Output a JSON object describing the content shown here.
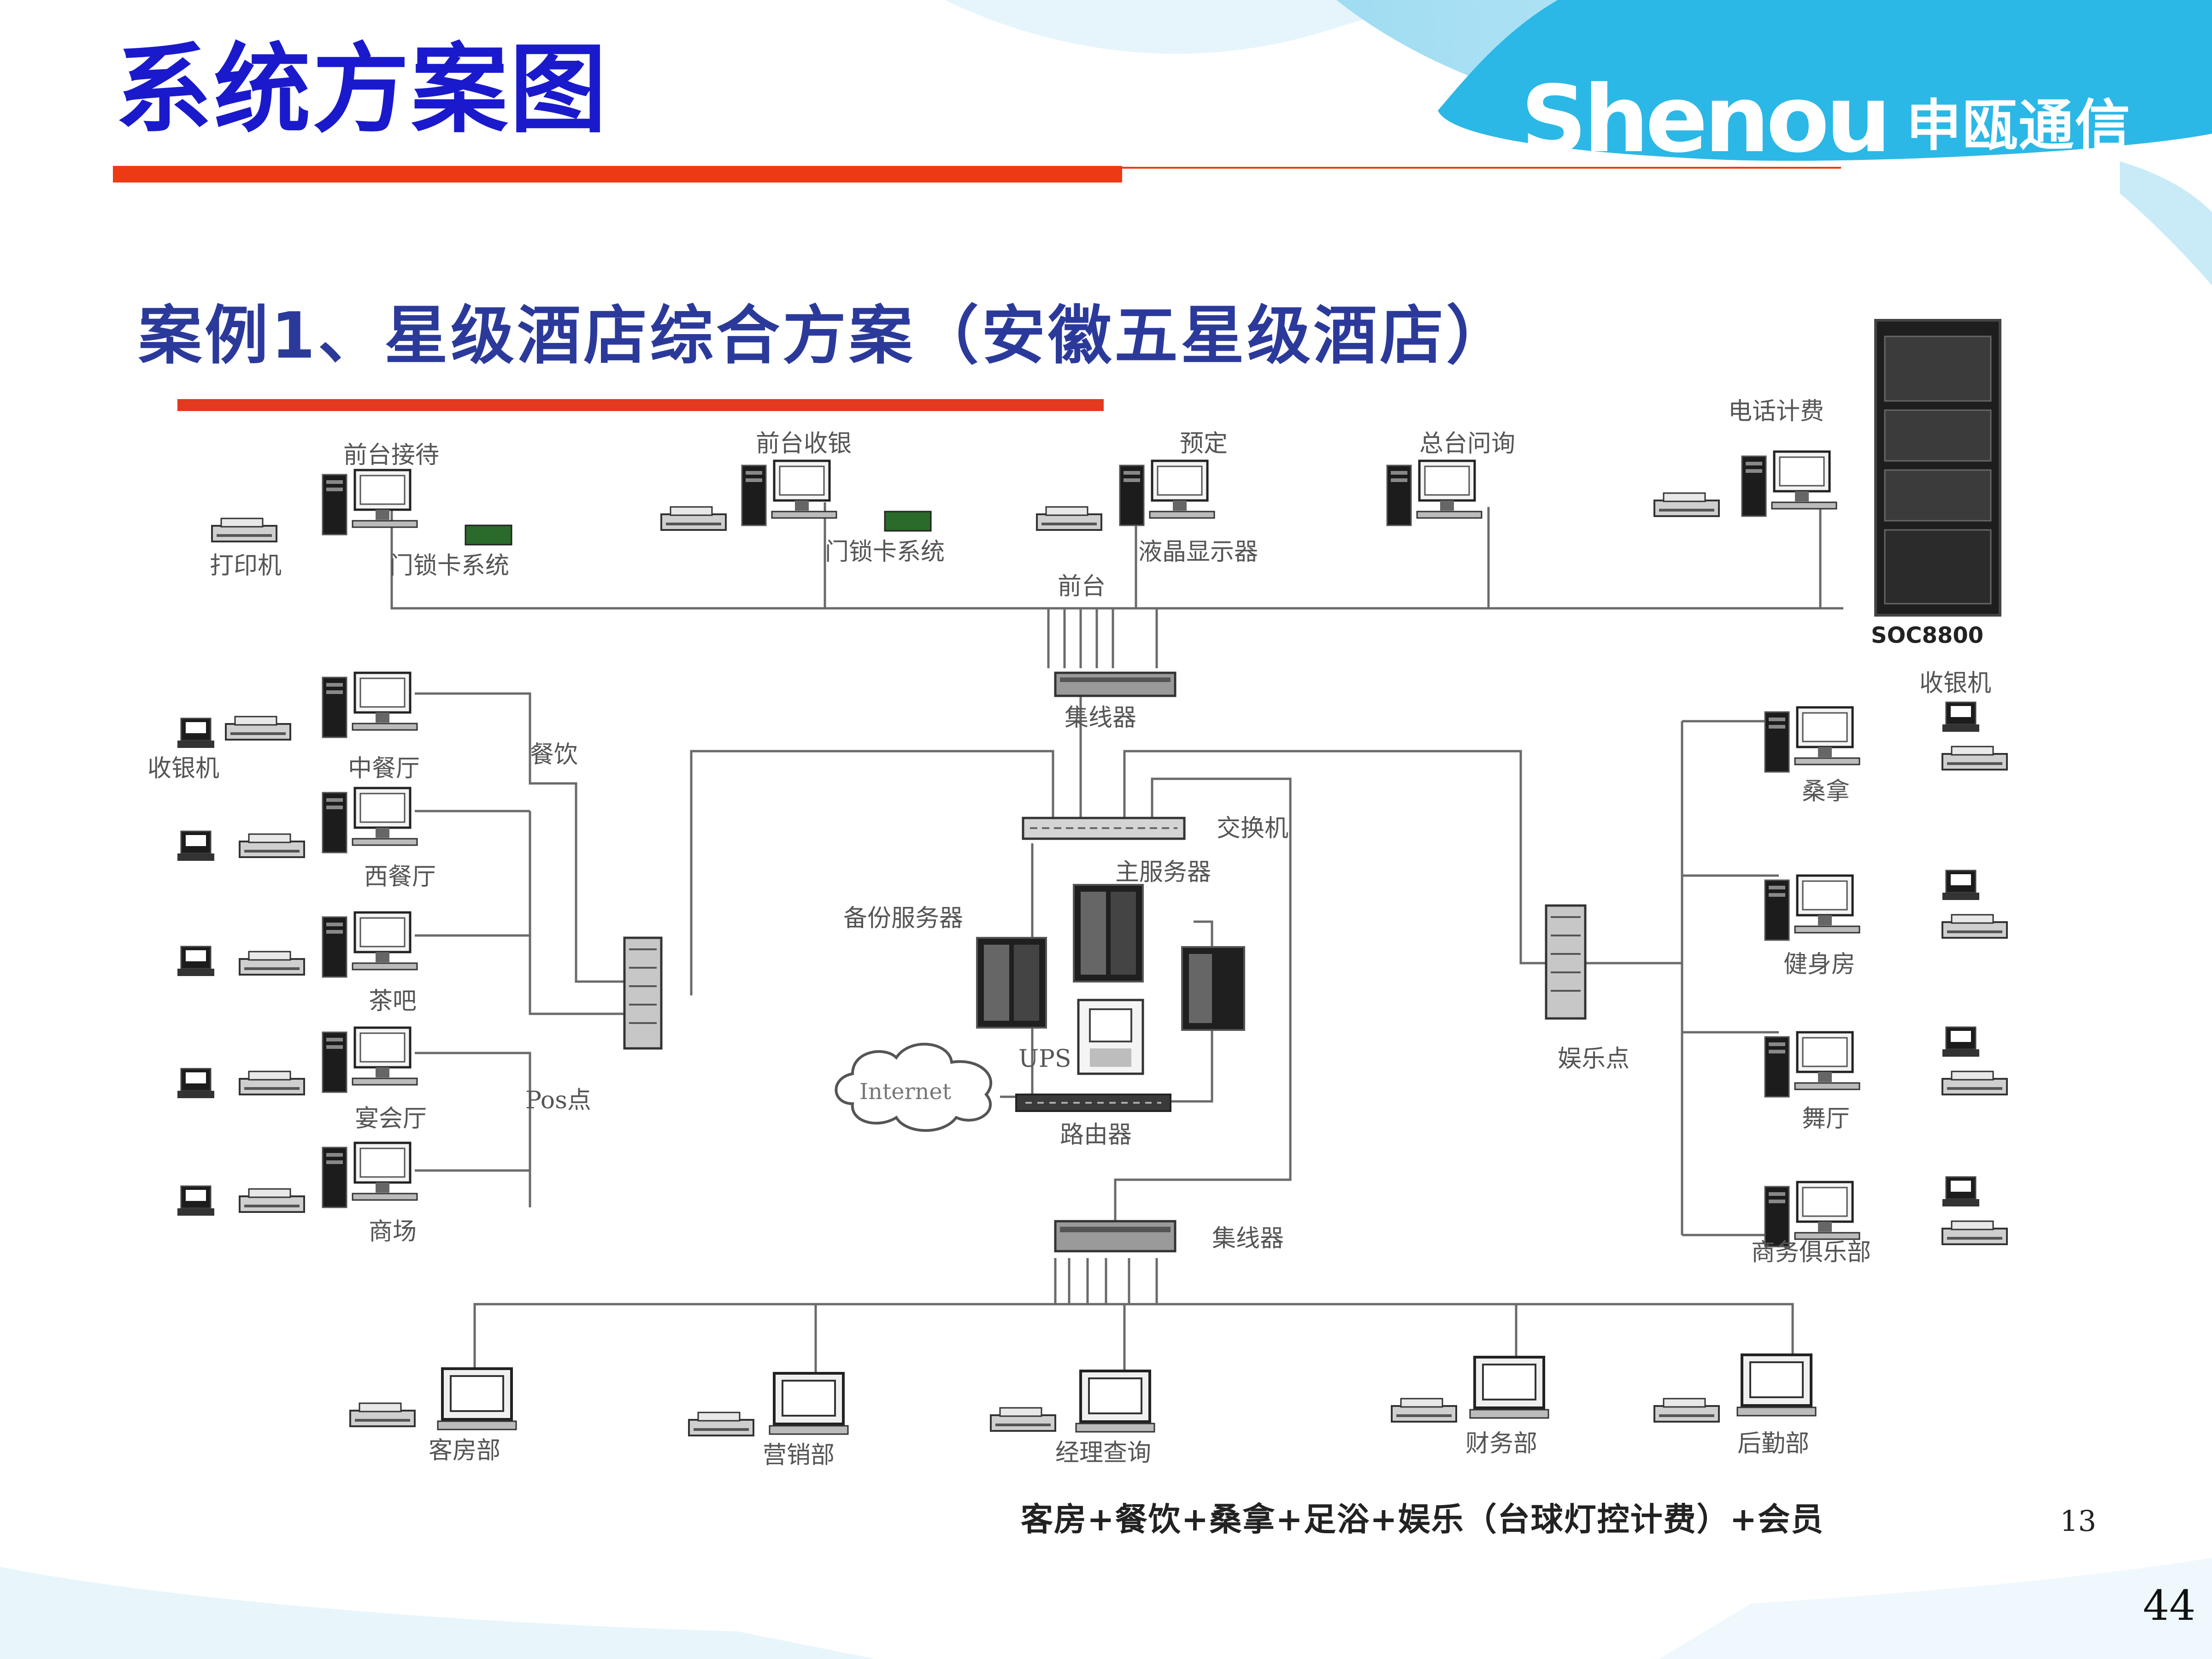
{
  "slide": {
    "title": "系统方案图",
    "page_number": "44",
    "colors": {
      "title": "#1a1acc",
      "rule": "#ee3a14",
      "brand_band": "#2bb8e6"
    }
  },
  "brand": {
    "latin": "Shenou",
    "chinese": "申瓯通信"
  },
  "figure": {
    "case_title": "案例1、星级酒店综合方案（安徽五星级酒店）",
    "rack_label": "SOC8800",
    "slide_page": "13",
    "caption": "客房+餐饮+桑拿+足浴+娱乐（台球灯控计费）+会员",
    "front_desk": {
      "group_label": "前台",
      "stations": [
        "前台接待",
        "前台收银",
        "预定",
        "总台问询",
        "电话计费"
      ],
      "sub_labels": [
        "打印机",
        "门锁卡系统",
        "门锁卡系统",
        "液晶显示器"
      ]
    },
    "catering": {
      "group_label": "餐饮",
      "pos_label": "Pos点",
      "cashier_label": "收银机",
      "stations": [
        "中餐厅",
        "西餐厅",
        "茶吧",
        "宴会厅",
        "商场"
      ]
    },
    "core": {
      "hub_top": "集线器",
      "switch": "交换机",
      "main_server": "主服务器",
      "backup_server": "备份服务器",
      "ups": "UPS",
      "internet": "Internet",
      "router": "路由器",
      "hub_bottom": "集线器"
    },
    "entertainment": {
      "group_label": "娱乐点",
      "cashier_label": "收银机",
      "stations": [
        "桑拿",
        "健身房",
        "舞厅",
        "商务俱乐部"
      ]
    },
    "departments": [
      "客房部",
      "营销部",
      "经理查询",
      "财务部",
      "后勤部"
    ]
  }
}
